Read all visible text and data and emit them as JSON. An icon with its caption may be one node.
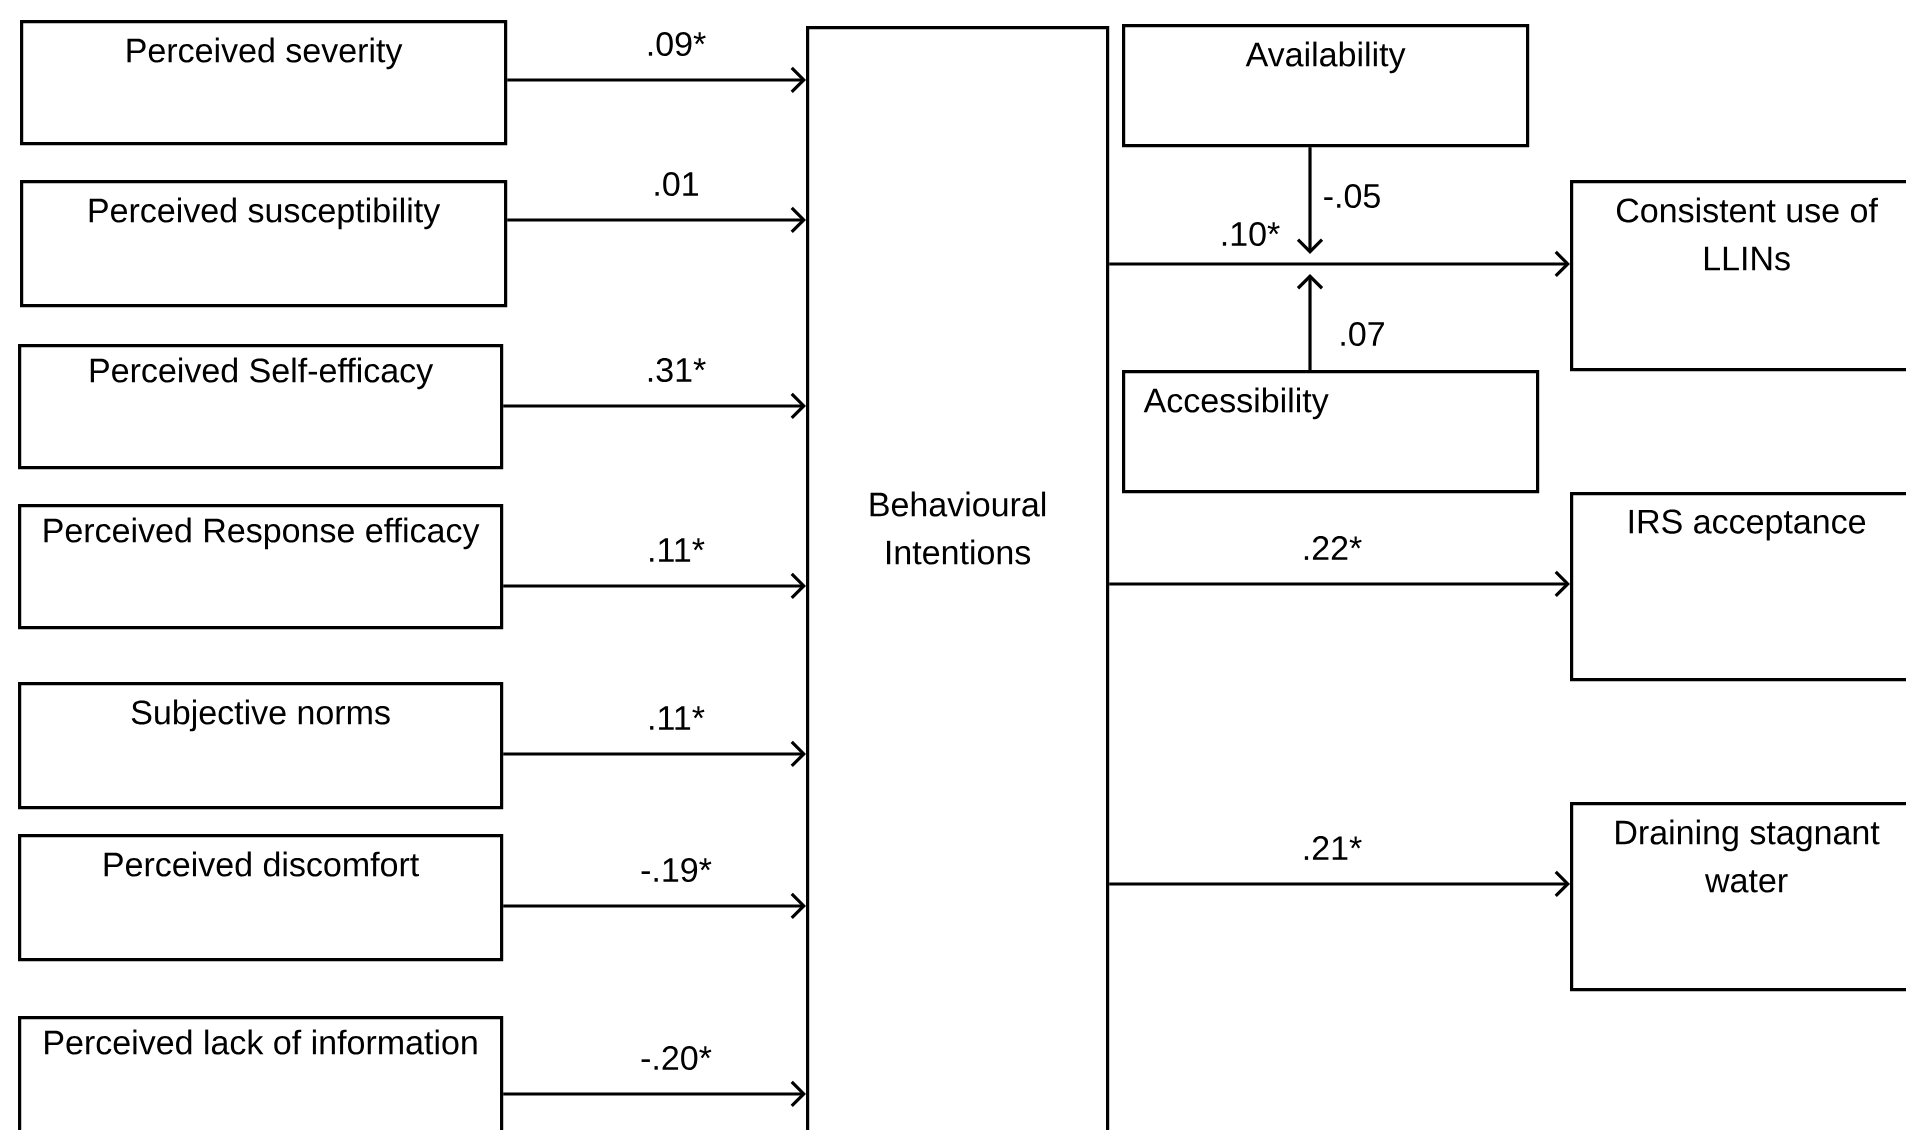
{
  "diagram": {
    "nodes": [
      {
        "text": [
          "Perceived severity"
        ]
      },
      {
        "text": [
          "Perceived susceptibility"
        ]
      },
      {
        "text": [
          "Perceived Self-efficacy"
        ]
      },
      {
        "text": [
          "Perceived Response efficacy"
        ]
      },
      {
        "text": [
          "Subjective norms"
        ]
      },
      {
        "text": [
          "Perceived discomfort"
        ]
      },
      {
        "text": [
          "Perceived lack of information"
        ]
      },
      {
        "text": [
          "Behavioural Intentions"
        ]
      },
      {
        "text": [
          "Availability"
        ]
      },
      {
        "text": [
          "Accessibility"
        ]
      },
      {
        "text": [
          "Consistent  use of LLINs"
        ]
      },
      {
        "text": [
          "IRS acceptance"
        ]
      },
      {
        "text": [
          "Draining stagnant water"
        ]
      }
    ],
    "edges": [
      {
        "from": 0,
        "to": 7,
        "arrow": "to",
        "label": ".09*"
      },
      {
        "from": 1,
        "to": 7,
        "arrow": "to",
        "label": ".01"
      },
      {
        "from": 2,
        "to": 7,
        "arrow": "to",
        "label": ".31*"
      },
      {
        "from": 3,
        "to": 7,
        "arrow": "to",
        "label": ".11*"
      },
      {
        "from": 4,
        "to": 7,
        "arrow": "to",
        "label": ".11*"
      },
      {
        "from": 5,
        "to": 7,
        "arrow": "to",
        "label": "-.19*"
      },
      {
        "from": 6,
        "to": 7,
        "arrow": "to",
        "label": "-.20*"
      },
      {
        "from": 7,
        "to": 10,
        "arrow": "to",
        "label": ".10*"
      },
      {
        "from": 8,
        "to": null,
        "arrow": "to",
        "label": "-.05"
      },
      {
        "from": 9,
        "to": null,
        "arrow": "to",
        "label": ".07"
      },
      {
        "from": 7,
        "to": 11,
        "arrow": "to",
        "label": ".22*"
      },
      {
        "from": 7,
        "to": 12,
        "arrow": "to",
        "label": ".21*"
      }
    ]
  }
}
